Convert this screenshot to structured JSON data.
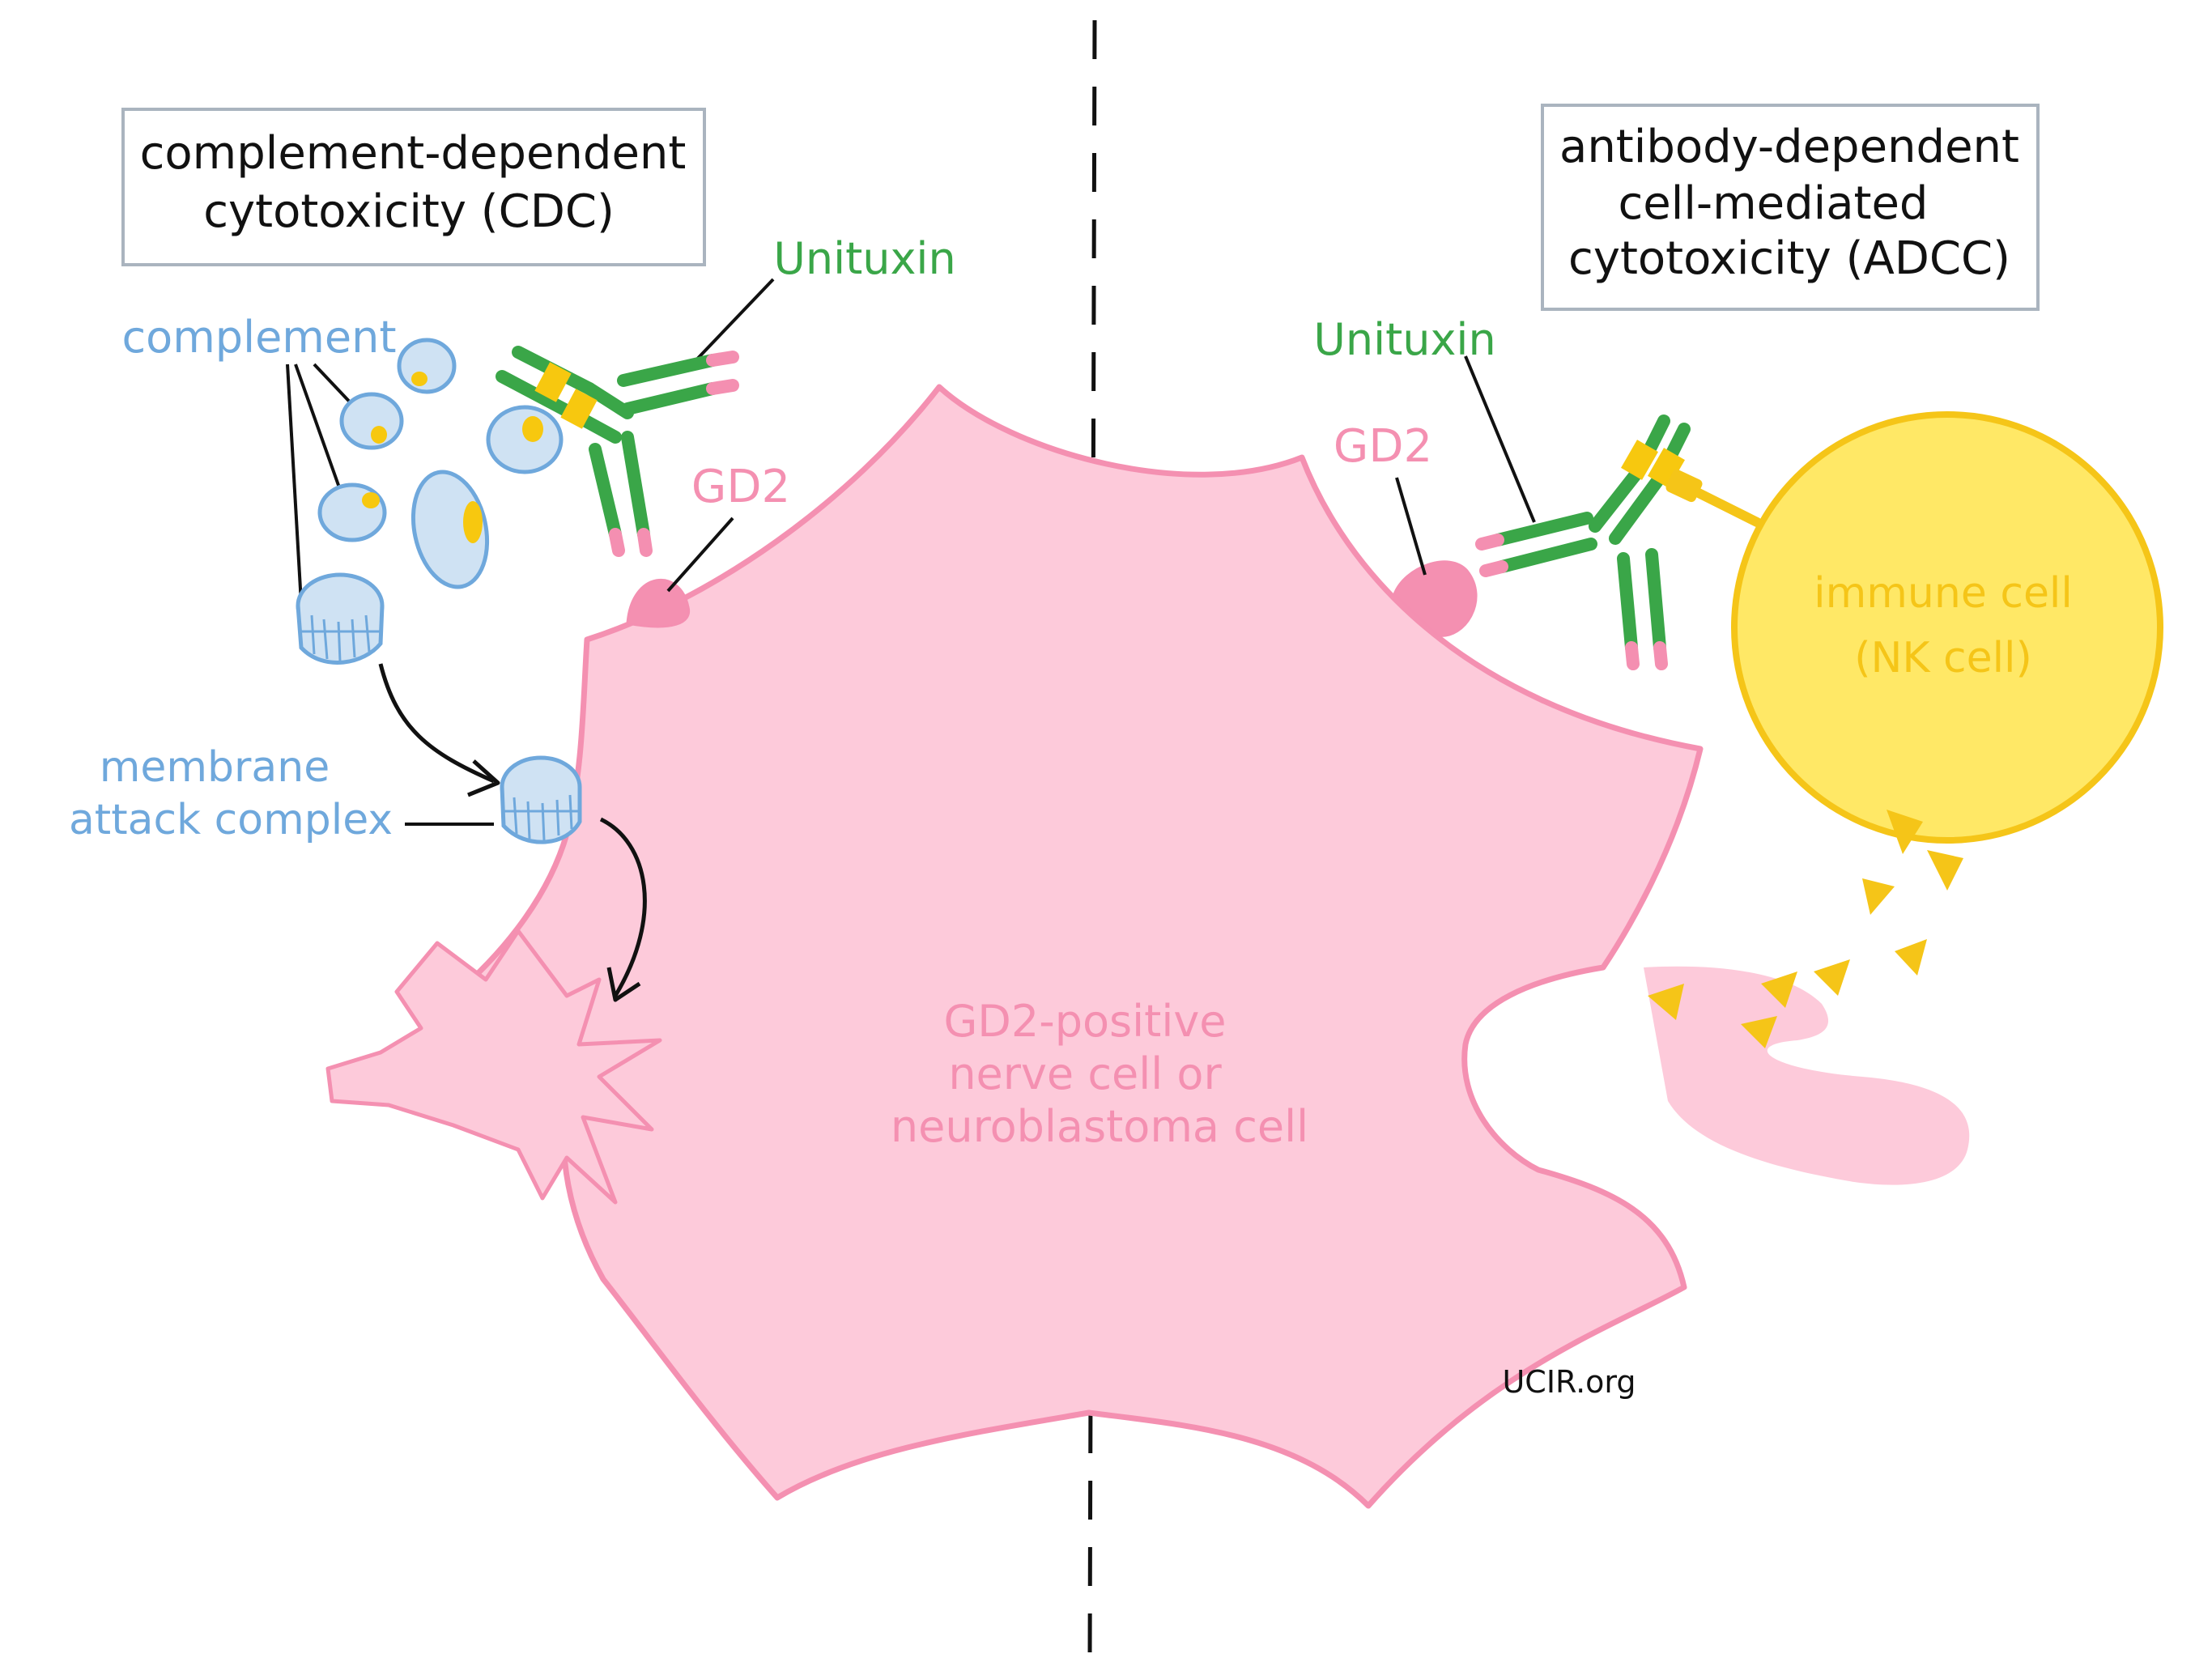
{
  "left_panel": {
    "title_line1": "complement-dependent",
    "title_line2": "cytotoxicity  (CDC)",
    "antibody_label": "Unituxin",
    "complement_label": "complement",
    "gd2_label": "GD2",
    "mac_label_line1": "membrane",
    "mac_label_line2": "attack complex"
  },
  "right_panel": {
    "title_line1": "antibody-dependent",
    "title_line2": "cell-mediated",
    "title_line3": "cytotoxicity (ADCC)",
    "antibody_label": "Unituxin",
    "gd2_label": "GD2",
    "immune_cell_line1": "immune  cell",
    "immune_cell_line2": "(NK cell)"
  },
  "center": {
    "cell_label_line1": "GD2-positive",
    "cell_label_line2": "nerve cell or",
    "cell_label_line3": "neuroblastoma cell"
  },
  "credit": "UCIR.org",
  "colors": {
    "cell_fill": "#fdcada",
    "cell_stroke": "#f490b1",
    "complement_blue": "#6fa8dc",
    "complement_fill": "#cfe2f3",
    "antibody_green": "#3aa648",
    "hinge_yellow": "#f7c80f",
    "tip_pink": "#f48fb1",
    "nk_fill": "#ffe866",
    "nk_stroke": "#f5c518",
    "text_dark": "#111111"
  }
}
